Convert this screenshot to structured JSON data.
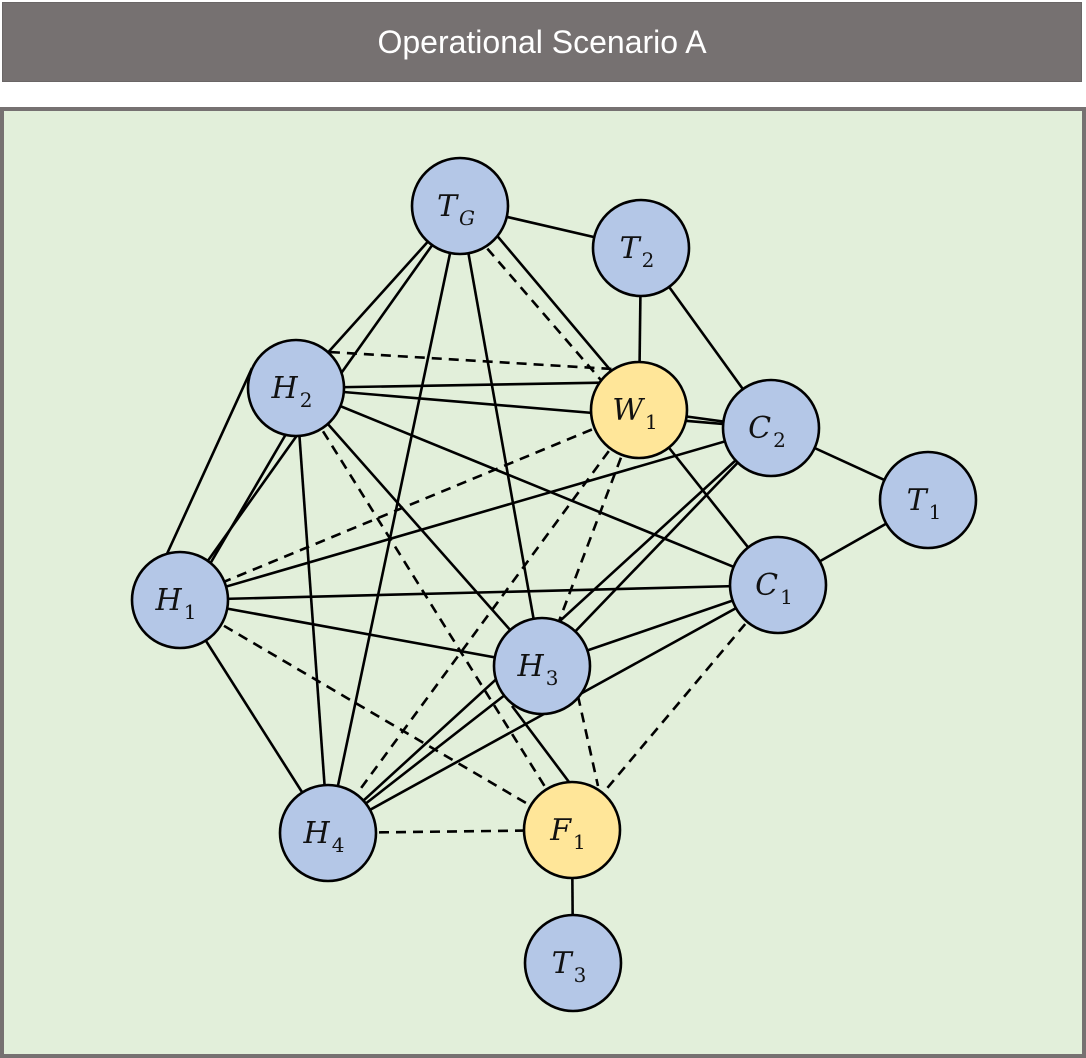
{
  "title": "Operational Scenario A",
  "colors": {
    "node_blue": "#b4c7e7",
    "node_yellow": "#ffe699",
    "panel_bg": "#e2efda",
    "title_bg": "#767171",
    "edge": "#000000"
  },
  "nodes": [
    {
      "id": "TG",
      "base": "T",
      "sub": "G",
      "sub_italic": true,
      "kind": "blue"
    },
    {
      "id": "T2",
      "base": "T",
      "sub": "2",
      "kind": "blue"
    },
    {
      "id": "H2",
      "base": "H",
      "sub": "2",
      "kind": "blue"
    },
    {
      "id": "W1",
      "base": "W",
      "sub": "1",
      "kind": "yellow"
    },
    {
      "id": "C2",
      "base": "C",
      "sub": "2",
      "kind": "blue"
    },
    {
      "id": "T1",
      "base": "T",
      "sub": "1",
      "kind": "blue"
    },
    {
      "id": "H1",
      "base": "H",
      "sub": "1",
      "kind": "blue"
    },
    {
      "id": "C1",
      "base": "C",
      "sub": "1",
      "kind": "blue"
    },
    {
      "id": "H3",
      "base": "H",
      "sub": "3",
      "kind": "blue"
    },
    {
      "id": "H4",
      "base": "H",
      "sub": "4",
      "kind": "blue"
    },
    {
      "id": "F1",
      "base": "F",
      "sub": "1",
      "kind": "yellow"
    },
    {
      "id": "T3",
      "base": "T",
      "sub": "3",
      "kind": "blue"
    }
  ],
  "edges": [
    {
      "from": "TG",
      "to": "T2",
      "style": "solid"
    },
    {
      "from": "TG",
      "to": "H2",
      "style": "solid"
    },
    {
      "from": "TG",
      "to": "H1",
      "style": "solid"
    },
    {
      "from": "TG",
      "to": "H3",
      "style": "solid"
    },
    {
      "from": "TG",
      "to": "H4",
      "style": "solid"
    },
    {
      "from": "TG",
      "to": "W1",
      "style": "solid"
    },
    {
      "from": "TG",
      "to": "W1",
      "style": "dashed"
    },
    {
      "from": "T2",
      "to": "W1",
      "style": "solid"
    },
    {
      "from": "T2",
      "to": "C2",
      "style": "solid"
    },
    {
      "from": "T1",
      "to": "C2",
      "style": "solid"
    },
    {
      "from": "T1",
      "to": "C1",
      "style": "solid"
    },
    {
      "from": "H2",
      "to": "W1",
      "style": "solid"
    },
    {
      "from": "H2",
      "to": "W1",
      "style": "dashed"
    },
    {
      "from": "H2",
      "to": "C2",
      "style": "solid"
    },
    {
      "from": "H2",
      "to": "C1",
      "style": "solid"
    },
    {
      "from": "H2",
      "to": "H3",
      "style": "solid"
    },
    {
      "from": "H2",
      "to": "H1",
      "style": "solid"
    },
    {
      "from": "H2",
      "to": "H1",
      "style": "solid"
    },
    {
      "from": "H2",
      "to": "H4",
      "style": "solid"
    },
    {
      "from": "H2",
      "to": "F1",
      "style": "dashed"
    },
    {
      "from": "W1",
      "to": "C1",
      "style": "solid"
    },
    {
      "from": "W1",
      "to": "C2",
      "style": "solid"
    },
    {
      "from": "W1",
      "to": "H1",
      "style": "dashed"
    },
    {
      "from": "W1",
      "to": "H3",
      "style": "dashed"
    },
    {
      "from": "W1",
      "to": "H4",
      "style": "dashed"
    },
    {
      "from": "C2",
      "to": "H1",
      "style": "solid"
    },
    {
      "from": "C2",
      "to": "H3",
      "style": "solid"
    },
    {
      "from": "C2",
      "to": "H4",
      "style": "solid"
    },
    {
      "from": "H1",
      "to": "C1",
      "style": "solid"
    },
    {
      "from": "H1",
      "to": "H3",
      "style": "solid"
    },
    {
      "from": "H1",
      "to": "H4",
      "style": "solid"
    },
    {
      "from": "H1",
      "to": "F1",
      "style": "dashed"
    },
    {
      "from": "C1",
      "to": "H3",
      "style": "solid"
    },
    {
      "from": "C1",
      "to": "H4",
      "style": "solid"
    },
    {
      "from": "C1",
      "to": "F1",
      "style": "dashed"
    },
    {
      "from": "H3",
      "to": "H4",
      "style": "solid"
    },
    {
      "from": "H3",
      "to": "F1",
      "style": "dashed"
    },
    {
      "from": "H3",
      "to": "F1",
      "style": "solid"
    },
    {
      "from": "H4",
      "to": "F1",
      "style": "dashed"
    },
    {
      "from": "F1",
      "to": "T3",
      "style": "solid"
    }
  ]
}
